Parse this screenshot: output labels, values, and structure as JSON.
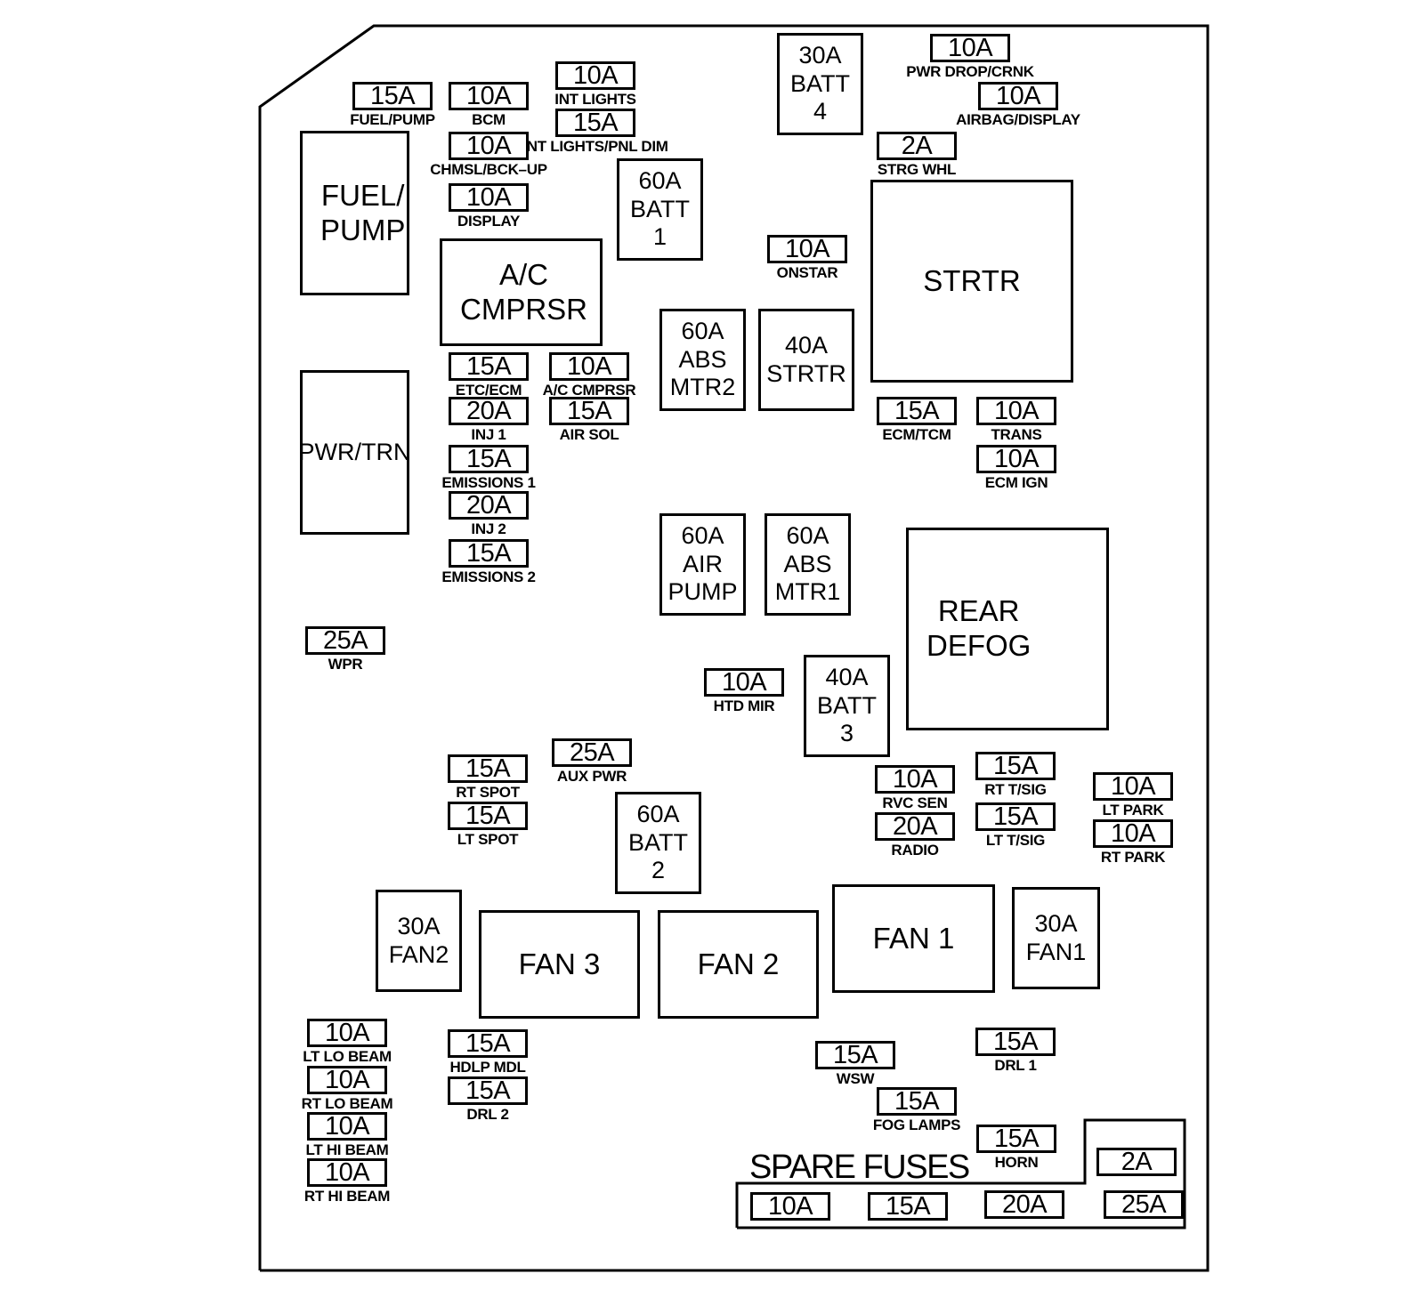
{
  "diagram": {
    "type": "fuse-box-layout",
    "accent_color": "#000000",
    "background_color": "#ffffff"
  },
  "fuses": [
    {
      "id": "f-fuel-pump",
      "rating": "15A",
      "label": "FUEL/PUMP"
    },
    {
      "id": "f-bcm",
      "rating": "10A",
      "label": "BCM"
    },
    {
      "id": "f-int-lights",
      "rating": "10A",
      "label": "INT LIGHTS"
    },
    {
      "id": "f-int-lights-pnl-dim",
      "rating": "15A",
      "label": "INT LIGHTS/PNL DIM"
    },
    {
      "id": "f-chmsl-bck-up",
      "rating": "10A",
      "label": "CHMSL/BCK–UP"
    },
    {
      "id": "f-display",
      "rating": "10A",
      "label": "DISPLAY"
    },
    {
      "id": "f-pwr-drop-crnk",
      "rating": "10A",
      "label": "PWR DROP/CRNK"
    },
    {
      "id": "f-airbag-display",
      "rating": "10A",
      "label": "AIRBAG/DISPLAY"
    },
    {
      "id": "f-strg-whl",
      "rating": "2A",
      "label": "STRG WHL"
    },
    {
      "id": "f-onstar",
      "rating": "10A",
      "label": "ONSTAR"
    },
    {
      "id": "f-etc-ecm",
      "rating": "15A",
      "label": "ETC/ECM"
    },
    {
      "id": "f-ac-cmprsr",
      "rating": "10A",
      "label": "A/C CMPRSR"
    },
    {
      "id": "f-inj-1",
      "rating": "20A",
      "label": "INJ 1"
    },
    {
      "id": "f-air-sol",
      "rating": "15A",
      "label": "AIR SOL"
    },
    {
      "id": "f-emissions-1",
      "rating": "15A",
      "label": "EMISSIONS 1"
    },
    {
      "id": "f-inj-2",
      "rating": "20A",
      "label": "INJ 2"
    },
    {
      "id": "f-emissions-2",
      "rating": "15A",
      "label": "EMISSIONS 2"
    },
    {
      "id": "f-ecm-tcm",
      "rating": "15A",
      "label": "ECM/TCM"
    },
    {
      "id": "f-trans",
      "rating": "10A",
      "label": "TRANS"
    },
    {
      "id": "f-ecm-ign",
      "rating": "10A",
      "label": "ECM IGN"
    },
    {
      "id": "f-wpr",
      "rating": "25A",
      "label": "WPR"
    },
    {
      "id": "f-htd-mir",
      "rating": "10A",
      "label": "HTD MIR"
    },
    {
      "id": "f-aux-pwr",
      "rating": "25A",
      "label": "AUX PWR"
    },
    {
      "id": "f-rt-spot",
      "rating": "15A",
      "label": "RT SPOT"
    },
    {
      "id": "f-lt-spot",
      "rating": "15A",
      "label": "LT SPOT"
    },
    {
      "id": "f-rvc-sen",
      "rating": "10A",
      "label": "RVC SEN"
    },
    {
      "id": "f-radio",
      "rating": "20A",
      "label": "RADIO"
    },
    {
      "id": "f-rt-tsig",
      "rating": "15A",
      "label": "RT T/SIG"
    },
    {
      "id": "f-lt-tsig",
      "rating": "15A",
      "label": "LT T/SIG"
    },
    {
      "id": "f-lt-park",
      "rating": "10A",
      "label": "LT PARK"
    },
    {
      "id": "f-rt-park",
      "rating": "10A",
      "label": "RT PARK"
    },
    {
      "id": "f-lt-lo-beam",
      "rating": "10A",
      "label": "LT LO BEAM"
    },
    {
      "id": "f-rt-lo-beam",
      "rating": "10A",
      "label": "RT LO BEAM"
    },
    {
      "id": "f-lt-hi-beam",
      "rating": "10A",
      "label": "LT HI BEAM"
    },
    {
      "id": "f-rt-hi-beam",
      "rating": "10A",
      "label": "RT HI BEAM"
    },
    {
      "id": "f-hdlp-mdl",
      "rating": "15A",
      "label": "HDLP MDL"
    },
    {
      "id": "f-drl-2",
      "rating": "15A",
      "label": "DRL 2"
    },
    {
      "id": "f-wsw",
      "rating": "15A",
      "label": "WSW"
    },
    {
      "id": "f-drl-1",
      "rating": "15A",
      "label": "DRL 1"
    },
    {
      "id": "f-fog-lamps",
      "rating": "15A",
      "label": "FOG LAMPS"
    },
    {
      "id": "f-horn",
      "rating": "15A",
      "label": "HORN"
    }
  ],
  "blocks": [
    {
      "id": "b-batt4",
      "text": "30A\nBATT\n4"
    },
    {
      "id": "b-batt1",
      "text": "60A\nBATT\n1"
    },
    {
      "id": "b-fuel-pump-relay",
      "text": "FUEL/\nPUMP"
    },
    {
      "id": "b-ac-cmprsr-relay",
      "text": "A/C\nCMPRSR"
    },
    {
      "id": "b-strtr-relay",
      "text": "STRTR"
    },
    {
      "id": "b-abs-mtr2",
      "text": "60A\nABS\nMTR2"
    },
    {
      "id": "b-strtr-40a",
      "text": "40A\nSTRTR"
    },
    {
      "id": "b-pwr-trn",
      "text": "PWR/TRN"
    },
    {
      "id": "b-air-pump",
      "text": "60A\nAIR\nPUMP"
    },
    {
      "id": "b-abs-mtr1",
      "text": "60A\nABS\nMTR1"
    },
    {
      "id": "b-rear-defog",
      "text": "REAR\nDEFOG"
    },
    {
      "id": "b-batt3",
      "text": "40A\nBATT\n3"
    },
    {
      "id": "b-batt2",
      "text": "60A\nBATT\n2"
    },
    {
      "id": "b-fan2-fuse",
      "text": "30A\nFAN2"
    },
    {
      "id": "b-fan3-relay",
      "text": "FAN 3"
    },
    {
      "id": "b-fan2-relay",
      "text": "FAN 2"
    },
    {
      "id": "b-fan1-relay",
      "text": "FAN 1"
    },
    {
      "id": "b-fan1-fuse",
      "text": "30A\nFAN1"
    }
  ],
  "spare_fuses": {
    "title": "SPARE FUSES",
    "ratings": [
      "10A",
      "15A",
      "20A",
      "2A",
      "25A"
    ]
  }
}
